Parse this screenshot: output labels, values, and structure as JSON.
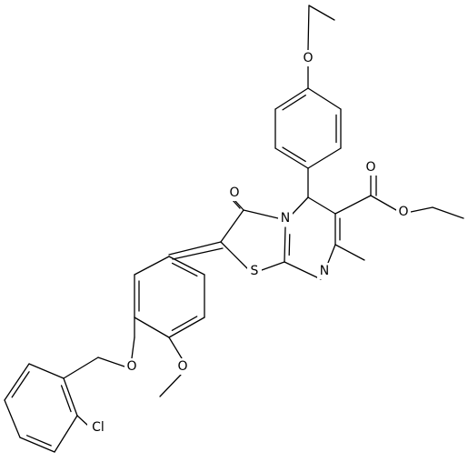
{
  "atoms": {
    "o_ether_top": "O",
    "o_ketone": "O",
    "o_ester_carbonyl": "O",
    "o_ester_single": "O",
    "n_bridge": "N",
    "n_ring": "N",
    "s_ring": "S",
    "o_benzyl_ether": "O",
    "o_methoxy": "O",
    "cl": "Cl"
  }
}
